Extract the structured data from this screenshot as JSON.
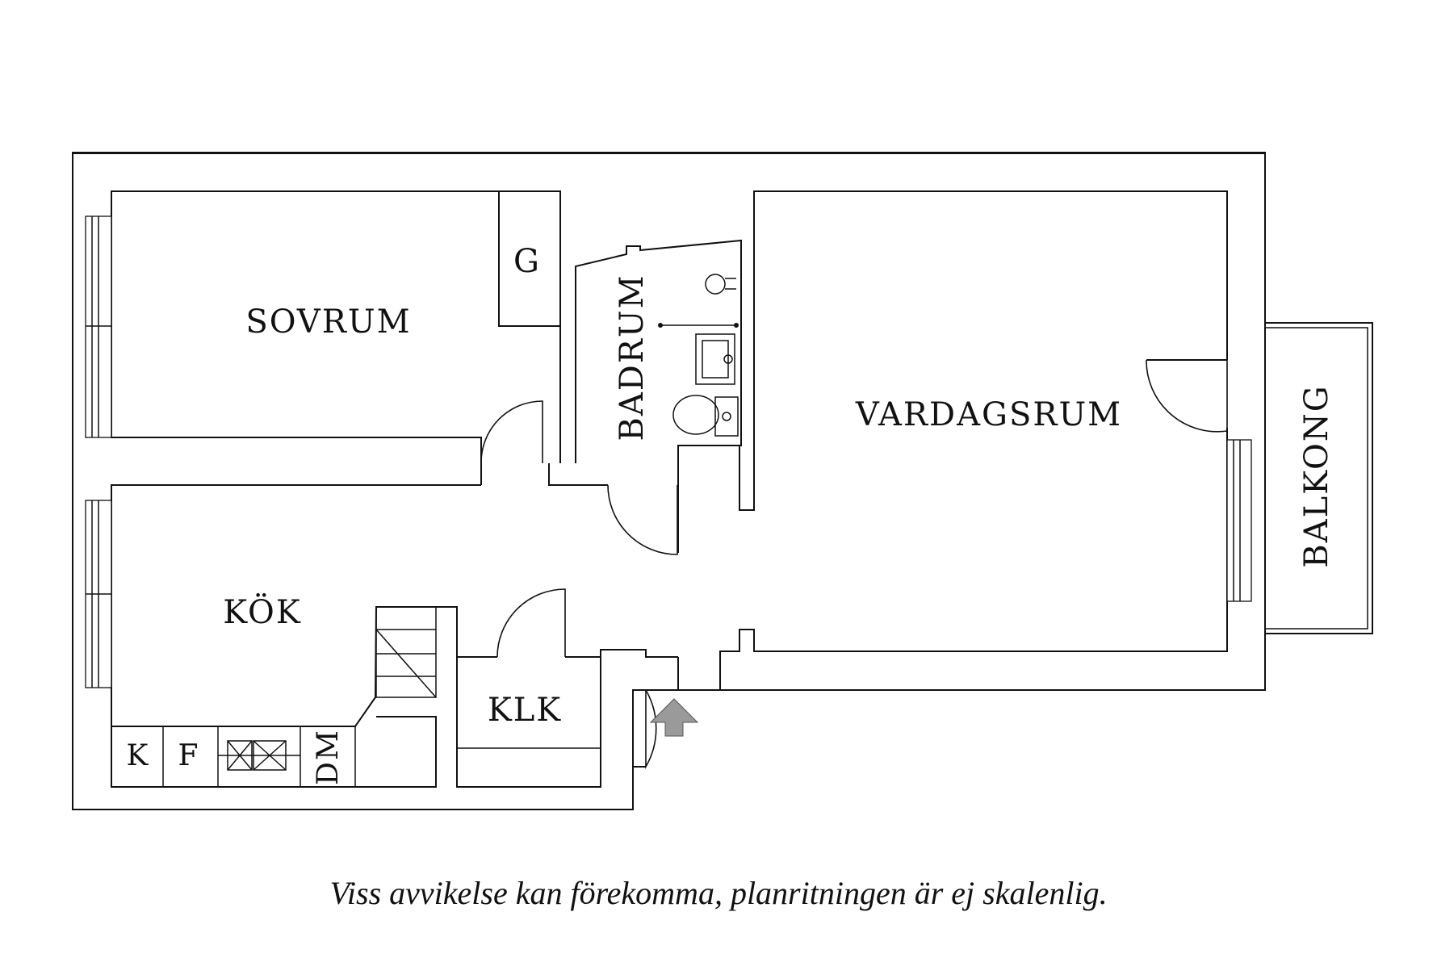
{
  "rooms": {
    "sovrum": "SOVRUM",
    "g": "G",
    "badrum": "BADRUM",
    "vardagsrum": "VARDAGSRUM",
    "balkong": "BALKONG",
    "kok": "KÖK",
    "klk": "KLK",
    "k": "K",
    "f": "F",
    "dm": "DM"
  },
  "disclaimer": "Viss avvikelse kan förekomma, planritningen är ej skalenlig.",
  "colors": {
    "line": "#111111",
    "entrance_arrow": "#9a9a9a",
    "background": "#ffffff"
  },
  "icons": [
    "entrance-arrow-icon",
    "toilet-icon",
    "sink-icon",
    "shower-icon",
    "stove-icon"
  ]
}
